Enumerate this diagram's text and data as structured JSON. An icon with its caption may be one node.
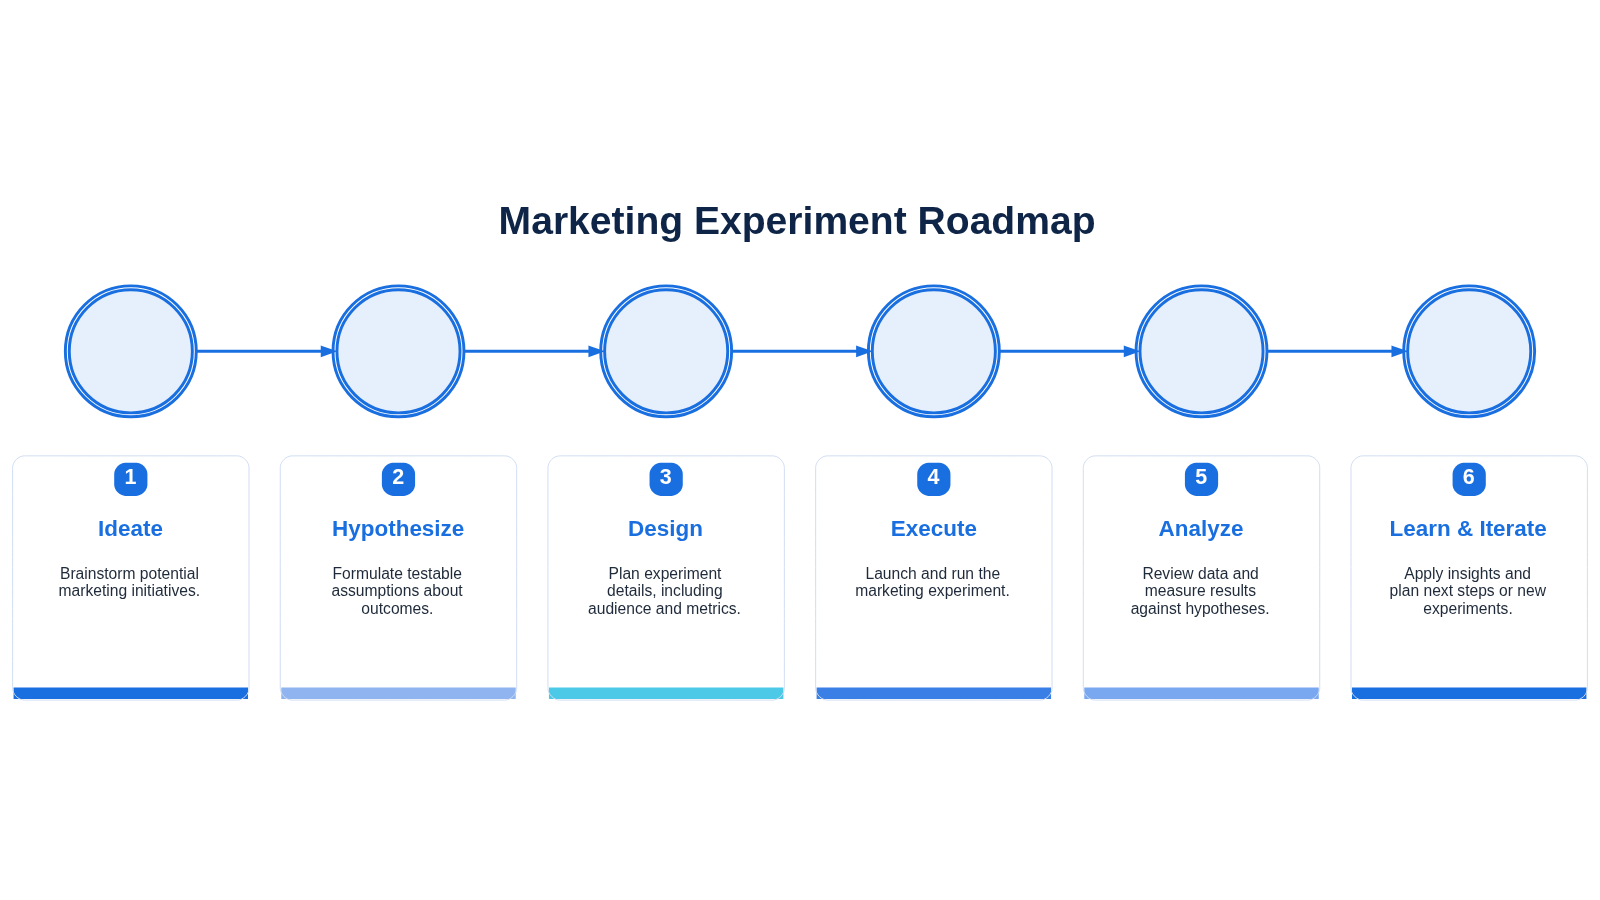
{
  "diagram": {
    "title": "Marketing Experiment Roadmap",
    "nodes": [
      {
        "text": [],
        "shape": "circle"
      },
      {
        "text": [],
        "shape": "circle"
      },
      {
        "text": [],
        "shape": "circle"
      },
      {
        "text": [],
        "shape": "circle"
      },
      {
        "text": [],
        "shape": "circle"
      },
      {
        "text": [],
        "shape": "circle"
      },
      {
        "text": [
          "1",
          "Ideate",
          "Brainstorm potential marketing initiatives."
        ]
      },
      {
        "text": [
          "2",
          "Hypothesize",
          "Formulate testable assumptions about outcomes."
        ]
      },
      {
        "text": [
          "3",
          "Design",
          "Plan experiment details, including audience and metrics."
        ]
      },
      {
        "text": [
          "4",
          "Execute",
          "Launch and run the marketing experiment."
        ]
      },
      {
        "text": [
          "5",
          "Analyze",
          "Review data and measure results against hypotheses."
        ]
      },
      {
        "text": [
          "6",
          "Learn & Iterate",
          "Apply insights and plan next steps or new experiments."
        ]
      }
    ],
    "edges": [
      {
        "from": 0,
        "to": 1,
        "arrow": "to"
      },
      {
        "from": 1,
        "to": 2,
        "arrow": "to"
      },
      {
        "from": 2,
        "to": 3,
        "arrow": "to"
      },
      {
        "from": 3,
        "to": 4,
        "arrow": "to"
      },
      {
        "from": 4,
        "to": 5,
        "arrow": "to"
      }
    ]
  }
}
